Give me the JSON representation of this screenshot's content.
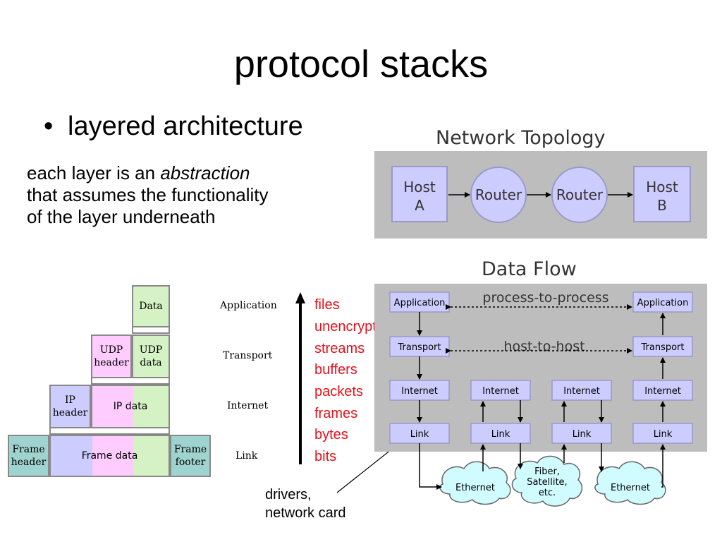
{
  "title": "protocol stacks",
  "bullet": "layered architecture",
  "description": {
    "line1_prefix": "each layer is an ",
    "line1_em": "abstraction",
    "line2": "that assumes the functionality",
    "line3": "of the layer underneath"
  },
  "encapsulation": {
    "data": "Data",
    "udp_header": [
      "UDP",
      "header"
    ],
    "udp_data": [
      "UDP",
      "data"
    ],
    "ip_header": [
      "IP",
      "header"
    ],
    "ip_data": "IP data",
    "frame_header": [
      "Frame",
      "header"
    ],
    "frame_data": "Frame data",
    "frame_footer": [
      "Frame",
      "footer"
    ],
    "layers": [
      "Application",
      "Transport",
      "Internet",
      "Link"
    ]
  },
  "data_units": [
    "files",
    "unencrypted",
    "streams",
    "buffers",
    "packets",
    "frames",
    "bytes",
    "bits"
  ],
  "drivers": [
    "drivers,",
    "network card"
  ],
  "network": {
    "topology_title": "Network Topology",
    "host_a": [
      "Host",
      "A"
    ],
    "router1": "Router",
    "router2": "Router",
    "host_b": [
      "Host",
      "B"
    ],
    "dataflow_title": "Data Flow",
    "process_to_process": "process-to-process",
    "host_to_host": "host-to-host",
    "stack_left": [
      "Application",
      "Transport",
      "Internet",
      "Link"
    ],
    "router1_stack": [
      "Internet",
      "Link"
    ],
    "router2_stack": [
      "Internet",
      "Link"
    ],
    "stack_right": [
      "Application",
      "Transport",
      "Internet",
      "Link"
    ],
    "ethernet1": "Ethernet",
    "fiber": [
      "Fiber,",
      "Satellite,",
      "etc."
    ],
    "ethernet2": "Ethernet"
  },
  "colors": {
    "red_text": "#e8101a",
    "panel_gray": "#bdbdbd",
    "node_lavender": "#ccccff",
    "green": "#d4f2c4",
    "pink": "#ffccff",
    "teal": "#9fd3cf",
    "cloud": "#d0fbff"
  }
}
